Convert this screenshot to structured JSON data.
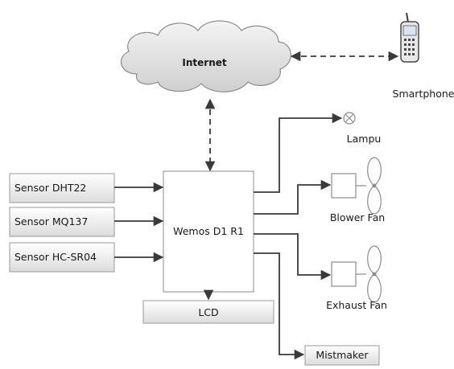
{
  "nodes": {
    "internet": "Internet",
    "smartphone": "Smartphone",
    "lampu": "Lampu",
    "sensor_dht22": "Sensor DHT22",
    "sensor_mq137": "Sensor MQ137",
    "sensor_hcsr04": "Sensor HC-SR04",
    "controller": "Wemos D1 R1",
    "blower_fan": "Blower Fan",
    "exhaust_fan": "Exhaust Fan",
    "lcd": "LCD",
    "mistmaker": "Mistmaker"
  },
  "edges": [
    {
      "from": "internet",
      "to": "smartphone",
      "style": "dashed",
      "direction": "both"
    },
    {
      "from": "internet",
      "to": "controller",
      "style": "dashed",
      "direction": "both"
    },
    {
      "from": "sensor_dht22",
      "to": "controller",
      "style": "solid"
    },
    {
      "from": "sensor_mq137",
      "to": "controller",
      "style": "solid"
    },
    {
      "from": "sensor_hcsr04",
      "to": "controller",
      "style": "solid"
    },
    {
      "from": "controller",
      "to": "lampu",
      "style": "solid"
    },
    {
      "from": "controller",
      "to": "blower_fan",
      "style": "solid"
    },
    {
      "from": "controller",
      "to": "exhaust_fan",
      "style": "solid"
    },
    {
      "from": "controller",
      "to": "lcd",
      "style": "solid"
    },
    {
      "from": "controller",
      "to": "mistmaker",
      "style": "solid"
    }
  ]
}
